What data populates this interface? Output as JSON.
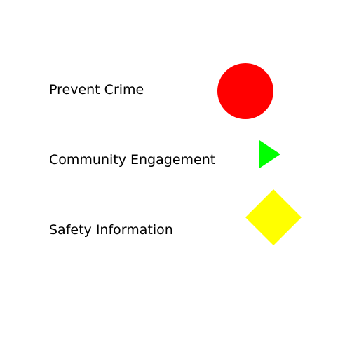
{
  "items": [
    {
      "label": "Prevent Crime",
      "shape": "circle",
      "color": "#ff0000"
    },
    {
      "label": "Community Engagement",
      "shape": "triangle",
      "color": "#00ff00"
    },
    {
      "label": "Safety Information",
      "shape": "diamond",
      "color": "#ffff00"
    }
  ]
}
